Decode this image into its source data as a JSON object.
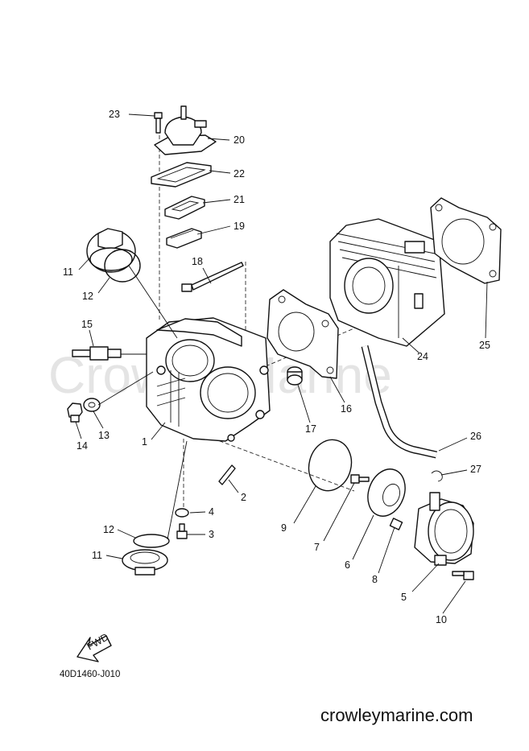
{
  "watermark": "CrowleyMarine",
  "diagram_code": "40D1460-J010",
  "site": "crowleymarine.com",
  "fwd_label": "FWD",
  "callouts": {
    "c1": "1",
    "c2": "2",
    "c3": "3",
    "c4": "4",
    "c5": "5",
    "c6": "6",
    "c7": "7",
    "c8": "8",
    "c9": "9",
    "c10": "10",
    "c11a": "11",
    "c11b": "11",
    "c12a": "12",
    "c12b": "12",
    "c13": "13",
    "c14": "14",
    "c15": "15",
    "c16": "16",
    "c17": "17",
    "c18": "18",
    "c19": "19",
    "c20": "20",
    "c21": "21",
    "c22": "22",
    "c23": "23",
    "c24": "24",
    "c25": "25",
    "c26": "26",
    "c27": "27"
  }
}
